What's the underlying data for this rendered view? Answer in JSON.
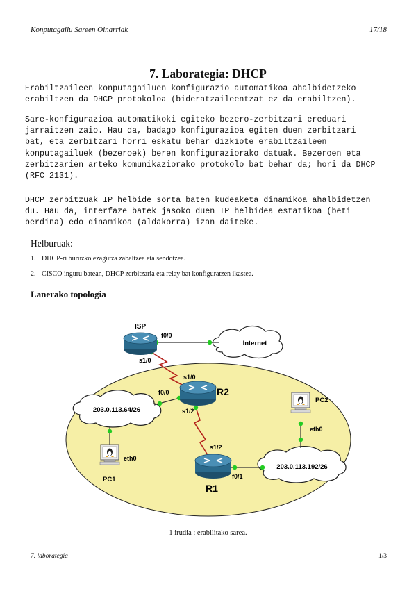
{
  "header": {
    "left": "Konputagailu Sareen Oinarriak",
    "right": "17/18"
  },
  "title": "7. Laborategia: DHCP",
  "paragraphs": {
    "p1": "Erabiltzaileen konputagailuen konfigurazio automatikoa ahalbidetzeko\nerabiltzen da DHCP protokoloa (bideratzaileentzat ez da erabiltzen).",
    "p2": "Sare-konfigurazioa automatikoki egiteko bezero-zerbitzari ereduari\njarraitzen zaio. Hau da, badago konfigurazioa egiten duen zerbitzari\nbat, eta zerbitzari horri eskatu behar dizkiote erabiltzaileen\nkonputagailuek (bezeroek) beren konfiguraziorako datuak. Bezeroen eta\nzerbitzarien arteko komunikaziorako protokolo bat behar da; hori da DHCP\n(RFC 2131).",
    "p3": "DHCP zerbitzuak IP helbide sorta baten kudeaketa dinamikoa ahalbidetzen\ndu. Hau da, interfaze batek jasoko duen IP helbidea estatikoa (beti\nberdina) edo dinamikoa (aldakorra) izan daiteke."
  },
  "objectives": {
    "heading": "Helburuak:",
    "items": [
      {
        "num": "1.",
        "text": "DHCP-ri buruzko ezagutza zabaltzea eta sendotzea."
      },
      {
        "num": "2.",
        "text": "CISCO inguru batean, DHCP zerbitzaria eta relay bat konfiguratzen ikastea."
      }
    ]
  },
  "topology": {
    "heading": "Lanerako topologia",
    "labels": {
      "isp": "ISP",
      "isp_f00": "f0/0",
      "isp_s10": "s1/0",
      "internet": "Internet",
      "r2": "R2",
      "r2_s10": "s1/0",
      "r2_f00": "f0/0",
      "r2_s12": "s1/2",
      "r1": "R1",
      "r1_s12": "s1/2",
      "r1_f01": "f0/1",
      "net_left": "203.0.113.64/26",
      "net_right": "203.0.113.192/26",
      "pc1": "PC1",
      "pc1_eth": "eth0",
      "pc2": "PC2",
      "pc2_eth": "eth0"
    },
    "colors": {
      "area": "#f6efa6",
      "router": "#2a6a8c",
      "link_serial": "#b5231c",
      "link_eth": "#4a9a3c",
      "dot": "#22cc22"
    }
  },
  "caption": "1 irudia : erabilitako sarea.",
  "footer": {
    "left": "7. laborategia",
    "right": "1/3"
  }
}
